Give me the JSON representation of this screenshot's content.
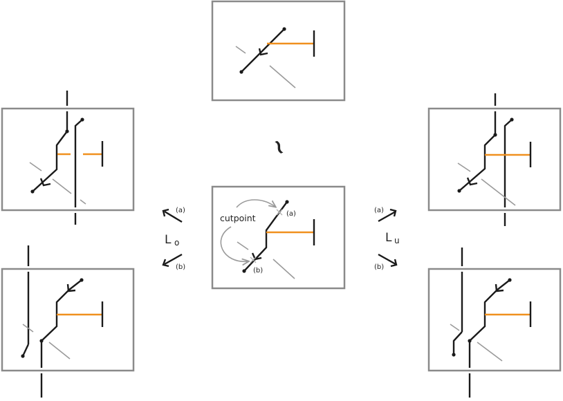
{
  "labels": {
    "similar": "~",
    "cutpoint": "cutpoint",
    "a": "(a)",
    "b": "(b)",
    "op_left": "L",
    "op_left_sub": "o",
    "op_right": "L",
    "op_right_sub": "u"
  },
  "colors": {
    "frame": "#8a8a8a",
    "strand": "#1a1a1a",
    "background_strand": "#9a9a9a",
    "highlight": "#f0901e"
  }
}
